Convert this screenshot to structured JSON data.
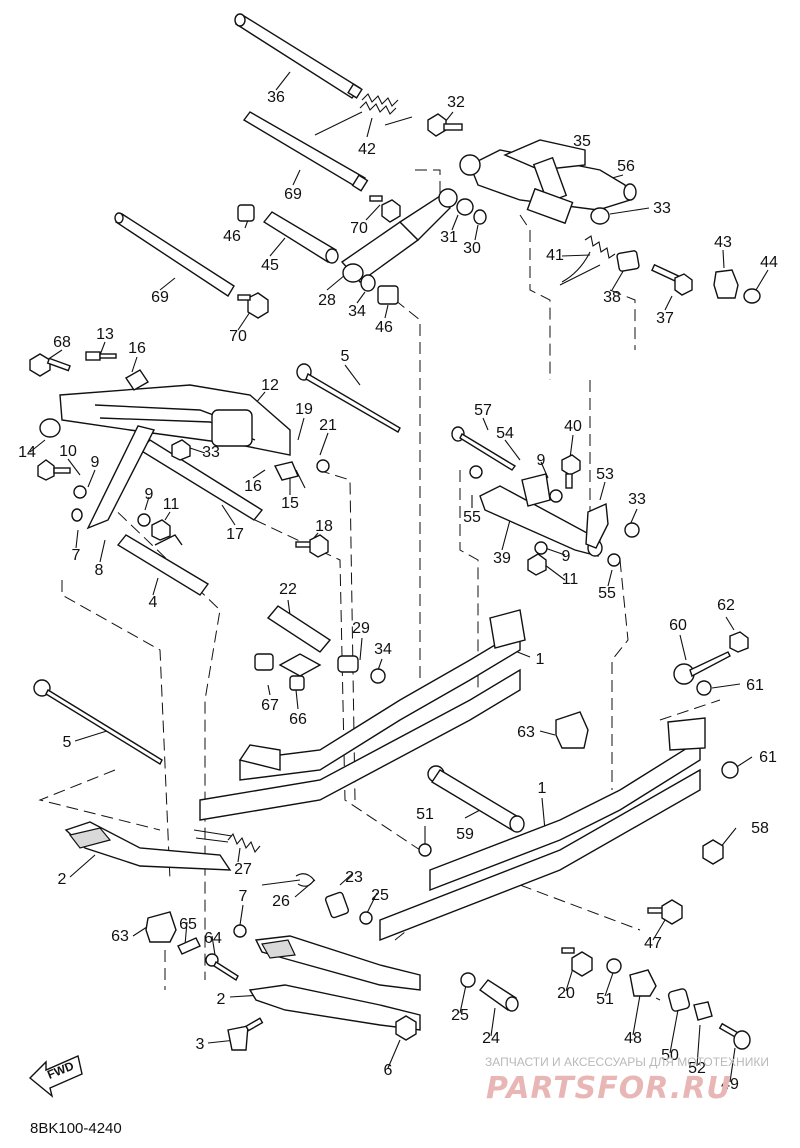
{
  "diagram": {
    "code": "8BK100-4240",
    "fwd_label": "FWD",
    "watermark_top": "ЗАПЧАСТИ И АКСЕССУАРЫ ДЛЯ МОТОТЕХНИКИ",
    "watermark_logo": "PARTSFOR.RU"
  },
  "callouts": [
    {
      "n": "36"
    },
    {
      "n": "42"
    },
    {
      "n": "32"
    },
    {
      "n": "35"
    },
    {
      "n": "56"
    },
    {
      "n": "69"
    },
    {
      "n": "70"
    },
    {
      "n": "33"
    },
    {
      "n": "46"
    },
    {
      "n": "45"
    },
    {
      "n": "31"
    },
    {
      "n": "30"
    },
    {
      "n": "41"
    },
    {
      "n": "43"
    },
    {
      "n": "44"
    },
    {
      "n": "28"
    },
    {
      "n": "34"
    },
    {
      "n": "46"
    },
    {
      "n": "38"
    },
    {
      "n": "37"
    },
    {
      "n": "69"
    },
    {
      "n": "70"
    },
    {
      "n": "68"
    },
    {
      "n": "13"
    },
    {
      "n": "16"
    },
    {
      "n": "12"
    },
    {
      "n": "5"
    },
    {
      "n": "19"
    },
    {
      "n": "21"
    },
    {
      "n": "57"
    },
    {
      "n": "54"
    },
    {
      "n": "40"
    },
    {
      "n": "14"
    },
    {
      "n": "10"
    },
    {
      "n": "33"
    },
    {
      "n": "9"
    },
    {
      "n": "9"
    },
    {
      "n": "53"
    },
    {
      "n": "16"
    },
    {
      "n": "15"
    },
    {
      "n": "9"
    },
    {
      "n": "11"
    },
    {
      "n": "55"
    },
    {
      "n": "33"
    },
    {
      "n": "7"
    },
    {
      "n": "17"
    },
    {
      "n": "39"
    },
    {
      "n": "18"
    },
    {
      "n": "9"
    },
    {
      "n": "8"
    },
    {
      "n": "11"
    },
    {
      "n": "55"
    },
    {
      "n": "4"
    },
    {
      "n": "22"
    },
    {
      "n": "62"
    },
    {
      "n": "60"
    },
    {
      "n": "29"
    },
    {
      "n": "34"
    },
    {
      "n": "1"
    },
    {
      "n": "61"
    },
    {
      "n": "67"
    },
    {
      "n": "66"
    },
    {
      "n": "5"
    },
    {
      "n": "63"
    },
    {
      "n": "61"
    },
    {
      "n": "1"
    },
    {
      "n": "51"
    },
    {
      "n": "59"
    },
    {
      "n": "58"
    },
    {
      "n": "2"
    },
    {
      "n": "27"
    },
    {
      "n": "23"
    },
    {
      "n": "26"
    },
    {
      "n": "25"
    },
    {
      "n": "7"
    },
    {
      "n": "63"
    },
    {
      "n": "65"
    },
    {
      "n": "64"
    },
    {
      "n": "47"
    },
    {
      "n": "2"
    },
    {
      "n": "20"
    },
    {
      "n": "51"
    },
    {
      "n": "25"
    },
    {
      "n": "24"
    },
    {
      "n": "48"
    },
    {
      "n": "3"
    },
    {
      "n": "6"
    },
    {
      "n": "50"
    },
    {
      "n": "52"
    },
    {
      "n": "49"
    }
  ]
}
